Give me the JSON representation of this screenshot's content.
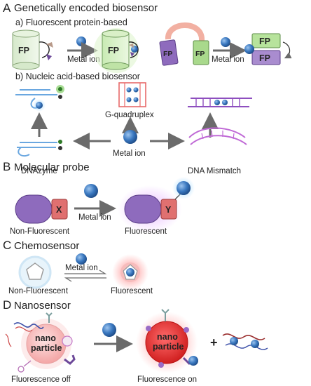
{
  "sections": {
    "a": {
      "letter": "A",
      "title": "Genetically encoded biosensor",
      "sub1": "a) Fluorescent protein-based",
      "sub2": "b) Nucleic acid-based biosensor"
    },
    "b": {
      "letter": "B",
      "title": "Molecular probe"
    },
    "c": {
      "letter": "C",
      "title": "Chemosensor"
    },
    "d": {
      "letter": "D",
      "title": "Nanosensor"
    }
  },
  "labels": {
    "fp": "FP",
    "metal_ion": "Metal ion",
    "dnazyme": "DNAzyme",
    "g_quadruplex": "G-quadruplex",
    "dna_mismatch": "DNA Mismatch",
    "non_fluorescent": "Non-Fluorescent",
    "fluorescent": "Fluorescent",
    "probe_x": "X",
    "probe_y": "Y",
    "nano1": "nano",
    "nano2": "particle",
    "plus": "+",
    "fluorescence_off": "Fluorescence off",
    "fluorescence_on": "Fluorescence on"
  },
  "colors": {
    "ion": "#2f6fb5",
    "arrow": "#6b6b6b",
    "purple": "#8e6bbd",
    "green_fp": "#a9d98c",
    "red_box": "#e07070",
    "nano": "#f2a8a8",
    "nano_on": "#e02f2f"
  }
}
